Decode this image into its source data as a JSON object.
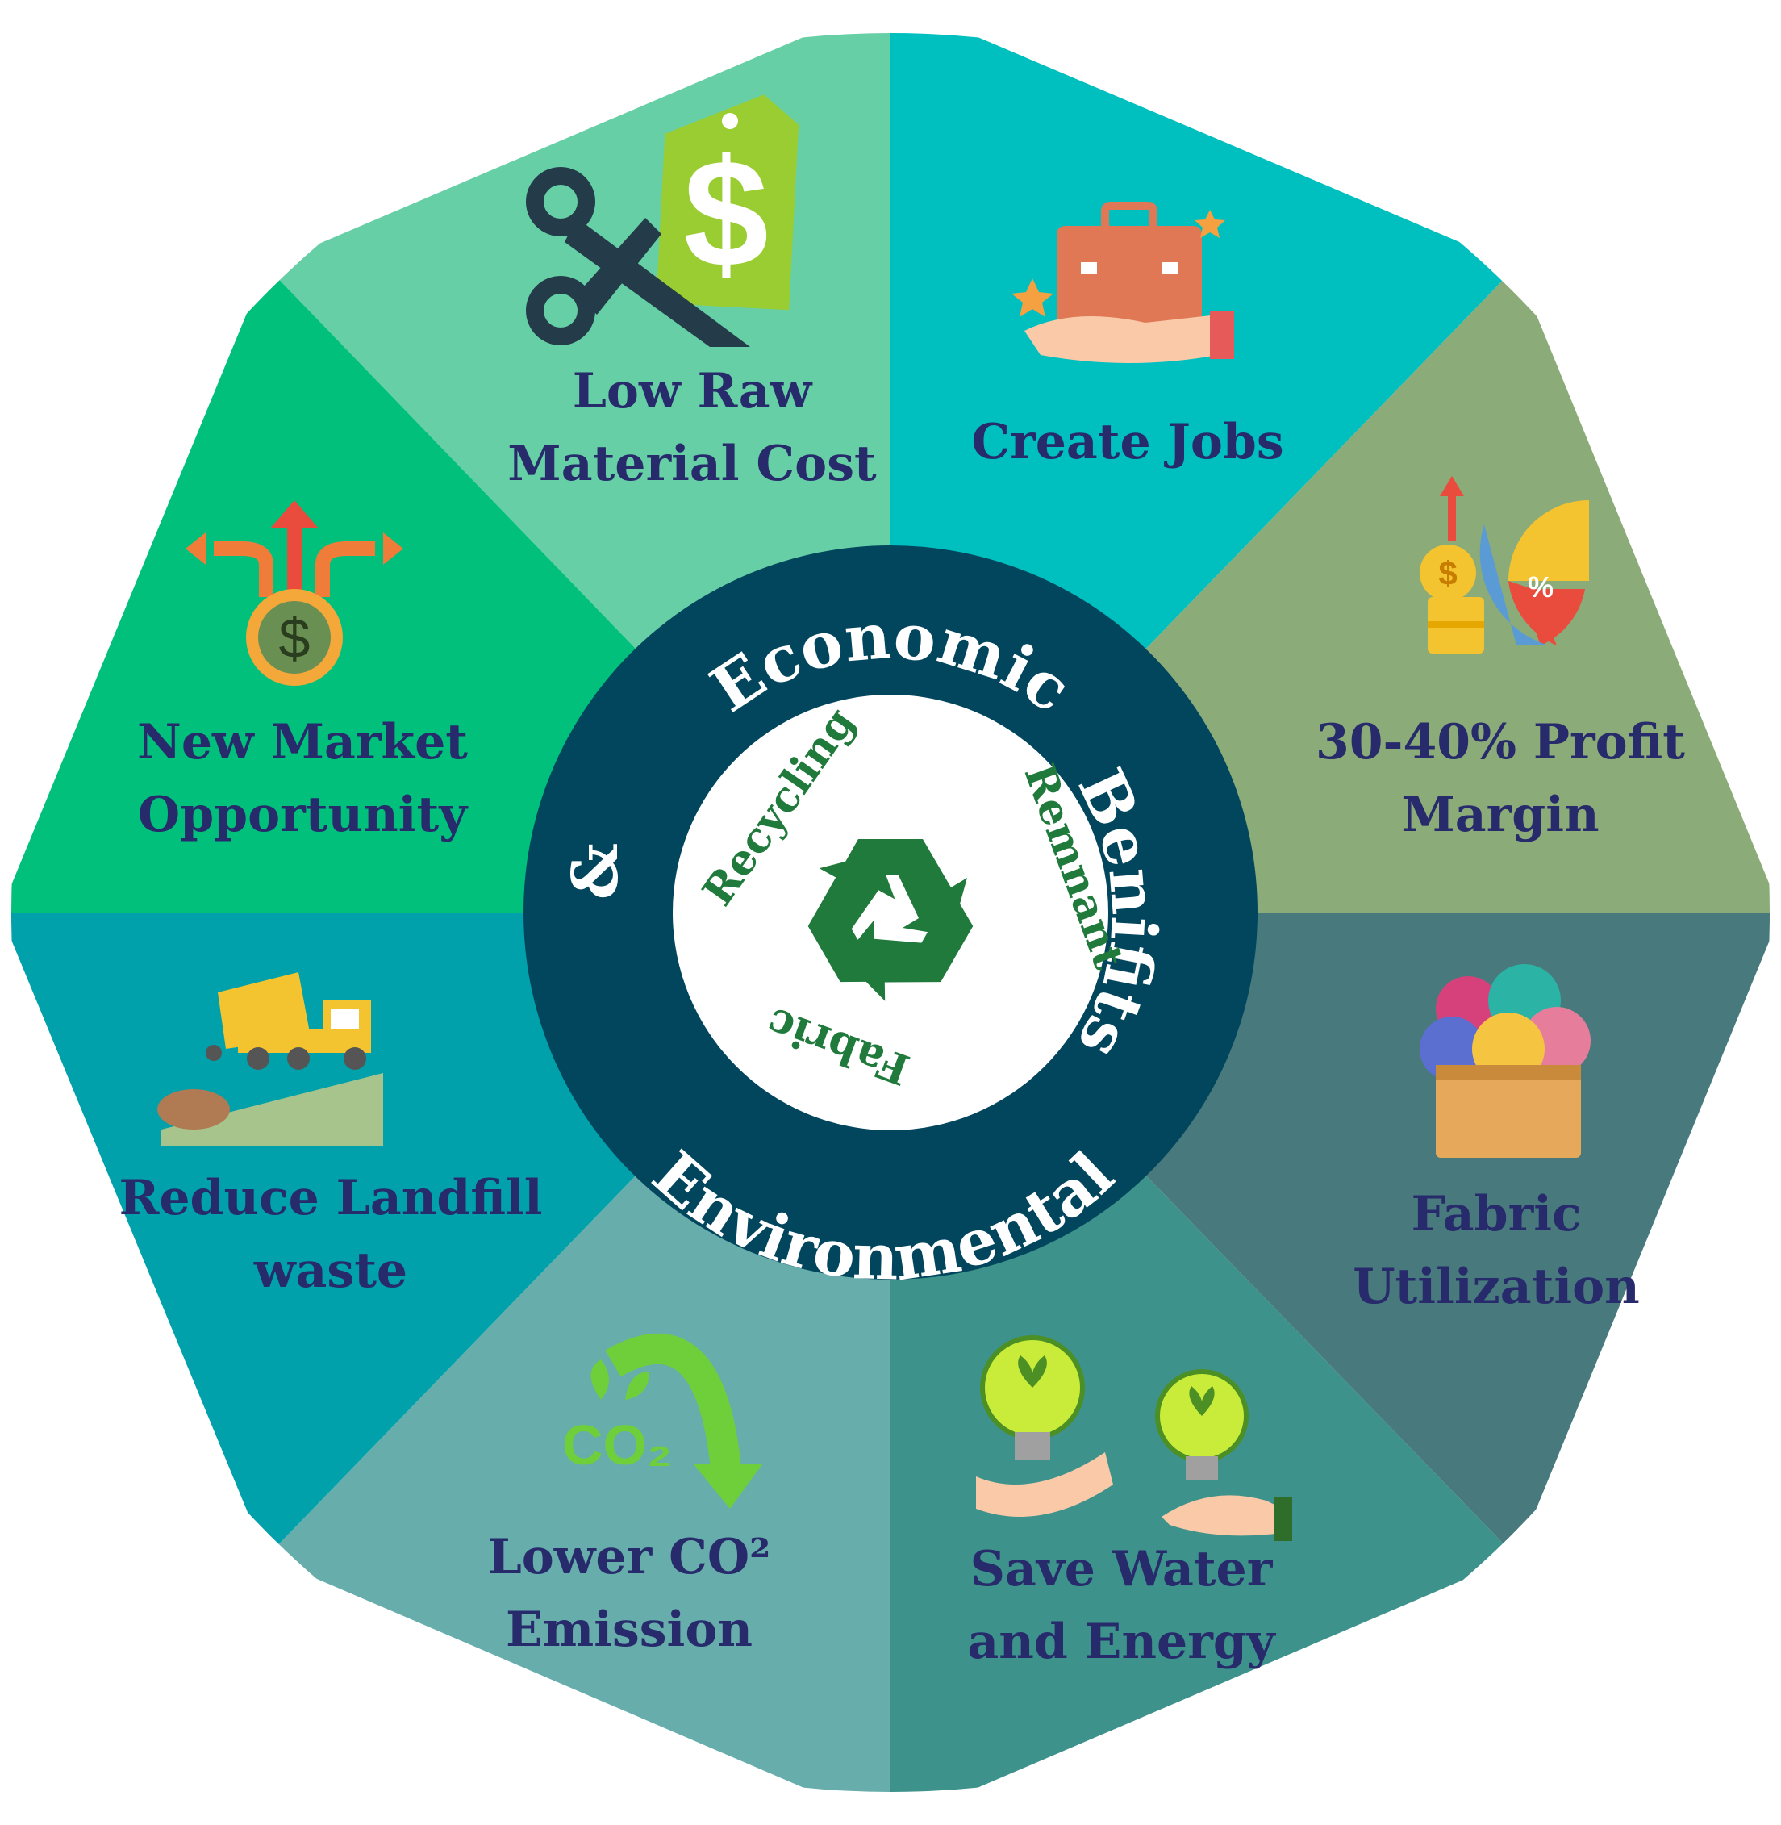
{
  "segments": [
    {
      "label_lines": [
        "Low Raw",
        "Material Cost"
      ],
      "color": "#66cfa6",
      "icon": "scissors-price-tag-icon"
    },
    {
      "label_lines": [
        "Create Jobs"
      ],
      "color": "#00bfbf",
      "icon": "hand-briefcase-icon"
    },
    {
      "label_lines": [
        "30-40% Profit",
        "Margin"
      ],
      "color": "#8bab78",
      "icon": "profit-chart-icon"
    },
    {
      "label_lines": [
        "Fabric",
        "Utilization"
      ],
      "color": "#487a7d",
      "icon": "fabric-box-icon"
    },
    {
      "label_lines": [
        "Save Water",
        "and Energy"
      ],
      "color": "#3d928b",
      "icon": "hands-lightbulb-icon"
    },
    {
      "label_lines": [
        "Lower CO²",
        "Emission"
      ],
      "color": "#66adab",
      "icon": "co2-arrow-icon"
    },
    {
      "label_lines": [
        "Reduce Landfill",
        "waste"
      ],
      "color": "#00a1aa",
      "icon": "dump-truck-icon"
    },
    {
      "label_lines": [
        "New Market",
        "Opportunity"
      ],
      "color": "#00c07c",
      "icon": "dollar-arrows-icon"
    }
  ],
  "ring": {
    "words": [
      "Economic",
      "&",
      "Environmental",
      "Benifits"
    ],
    "color": "#02465e"
  },
  "center": {
    "words": [
      "Fabric",
      "Remnant",
      "Recycling"
    ],
    "icon": "recycle-icon",
    "icon_color": "#1f7a3b"
  }
}
